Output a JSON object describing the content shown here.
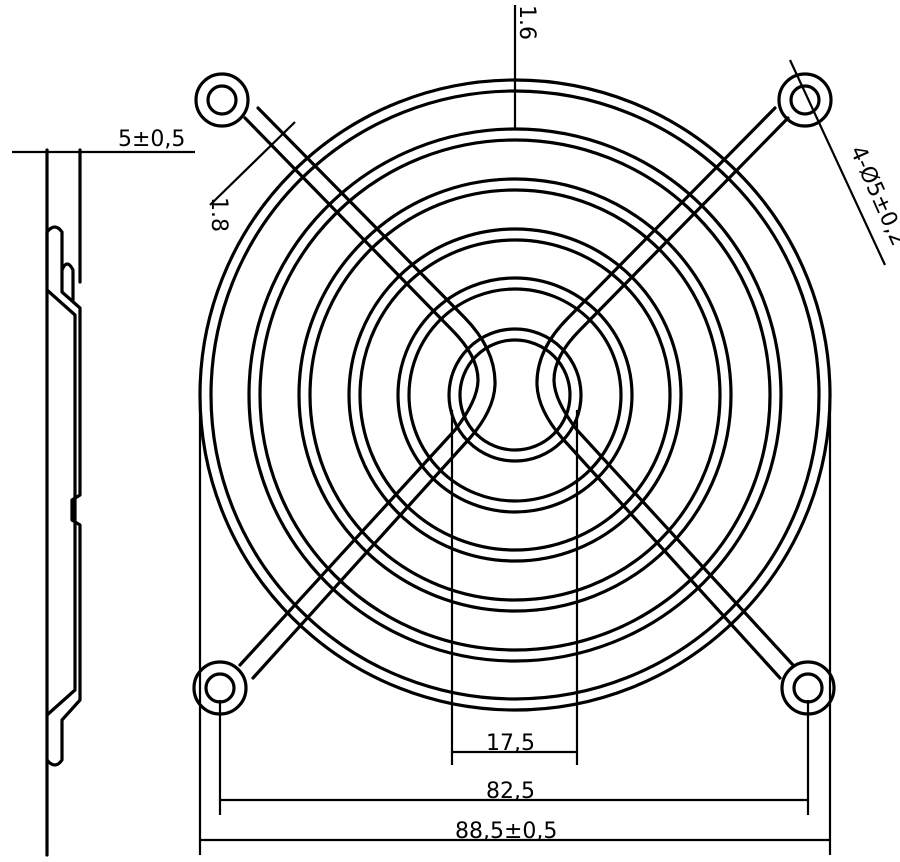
{
  "drawing": {
    "dimensions": {
      "depth": "5±0,5",
      "wire_thickness": "1.8",
      "ring_gap": "1.6",
      "holes": "4-Ø5±0,2",
      "hub": "17,5",
      "hole_spacing": "82,5",
      "overall": "88,5±0,5"
    }
  }
}
